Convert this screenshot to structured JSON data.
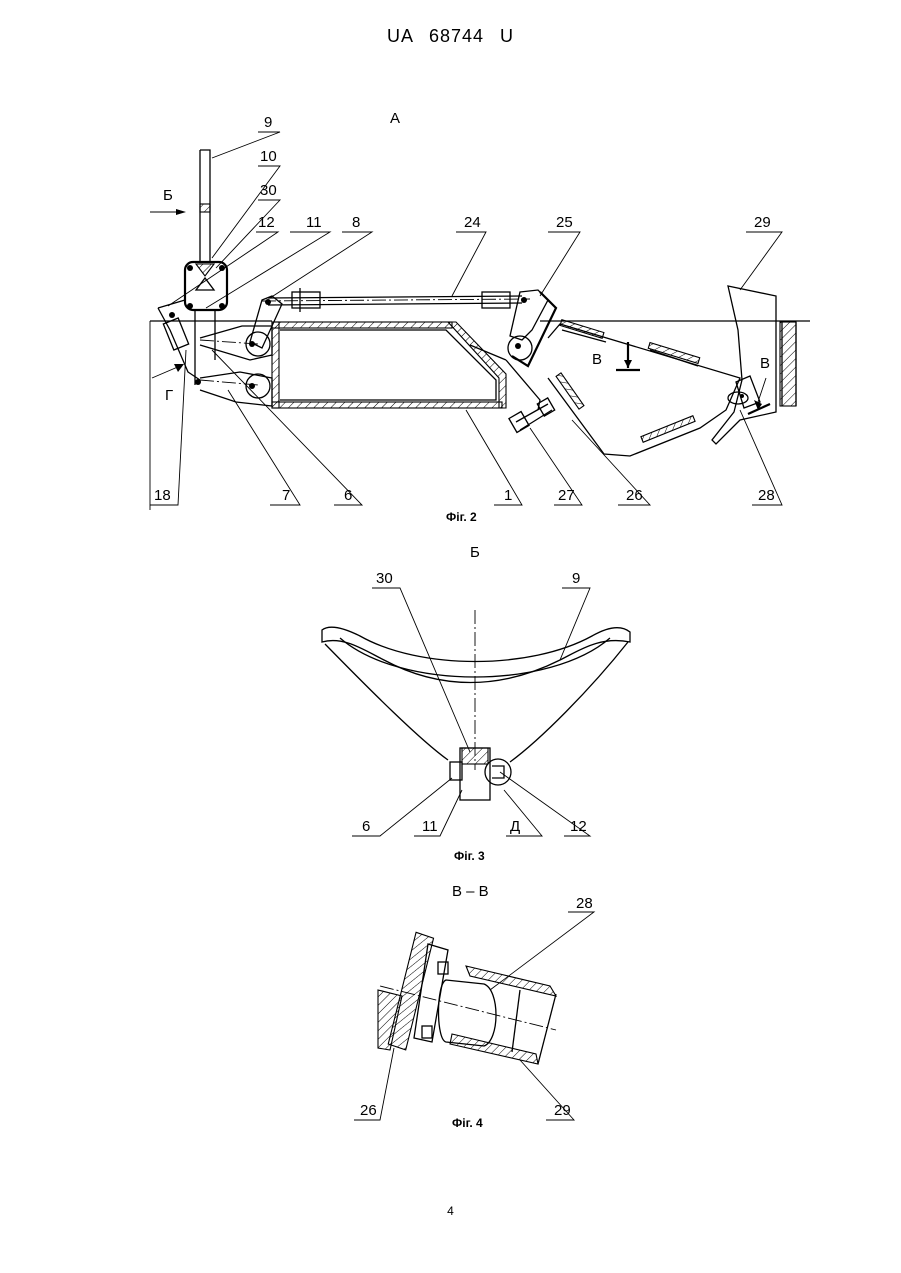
{
  "header": {
    "doc_id": "UA   68744   U"
  },
  "page_number": "4",
  "fig2": {
    "caption": "Фіг. 2",
    "view_label": "А",
    "arrow_labels": {
      "b": "Б",
      "g": "Г",
      "v1": "В",
      "v2": "В"
    },
    "leaders": {
      "l9": "9",
      "l10": "10",
      "l30": "30",
      "l12": "12",
      "l11": "11",
      "l8": "8",
      "l24": "24",
      "l25": "25",
      "l29": "29",
      "l18": "18",
      "l7": "7",
      "l6": "6",
      "l1": "1",
      "l27": "27",
      "l26": "26",
      "l28": "28"
    }
  },
  "fig3": {
    "caption": "Фіг. 3",
    "view_label": "Б",
    "leaders": {
      "l30": "30",
      "l9": "9",
      "l6": "6",
      "l11": "11",
      "ld": "Д",
      "l12": "12"
    }
  },
  "fig4": {
    "caption": "Фіг. 4",
    "view_label": "В  –  В",
    "leaders": {
      "l28": "28",
      "l26": "26",
      "l29": "29"
    }
  }
}
